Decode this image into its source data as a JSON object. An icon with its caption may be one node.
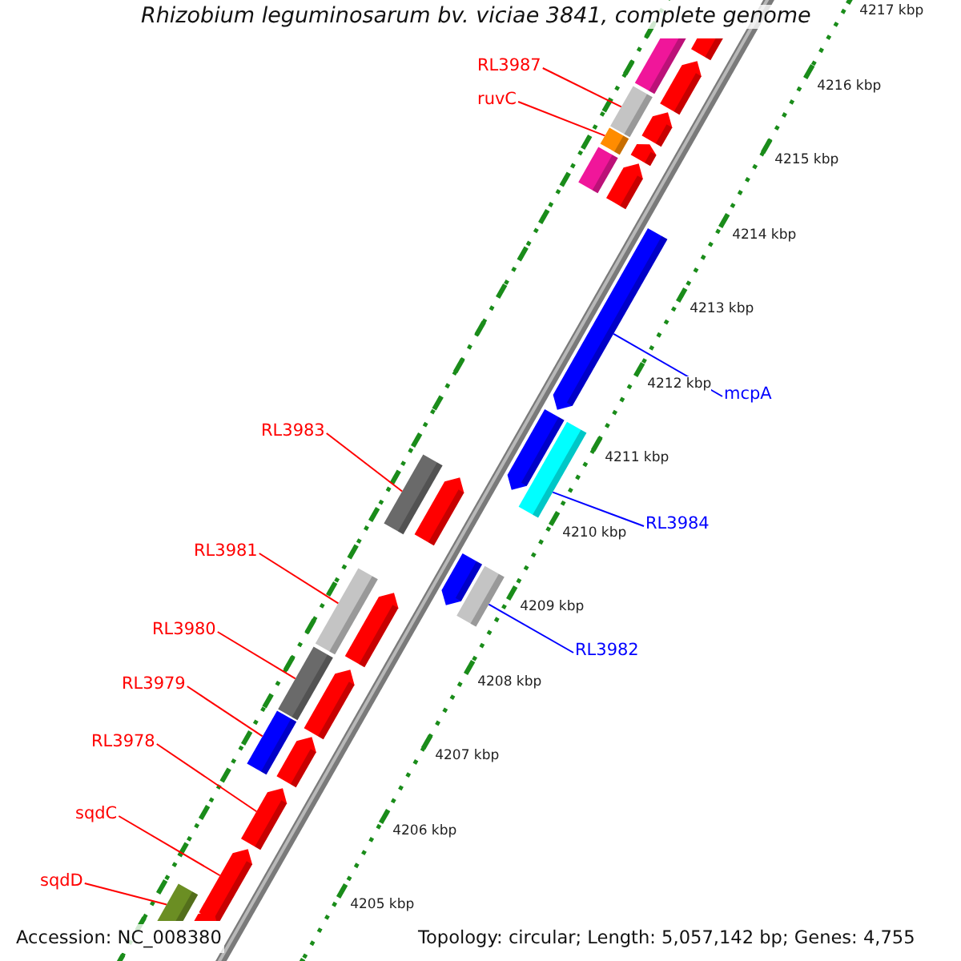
{
  "diagram": {
    "title": "Rhizobium leguminosarum bv. viciae 3841, complete genome",
    "nodes": [
      {
        "text": [
          "RL3987"
        ]
      },
      {
        "text": [
          "ruvC"
        ]
      },
      {
        "text": [
          "mcpA"
        ]
      },
      {
        "text": [
          "RL3983"
        ]
      },
      {
        "text": [
          "RL3984"
        ]
      },
      {
        "text": [
          "RL3981"
        ]
      },
      {
        "text": [
          "RL3980"
        ]
      },
      {
        "text": [
          "RL3982"
        ]
      },
      {
        "text": [
          "RL3979"
        ]
      },
      {
        "text": [
          "RL3978"
        ]
      },
      {
        "text": [
          "sqdC"
        ]
      },
      {
        "text": [
          "sqdD"
        ]
      },
      {
        "text": [],
        "shape": "bar"
      },
      {
        "text": [],
        "shape": "arrow"
      },
      {
        "text": [],
        "shape": "arrow"
      },
      {
        "text": [],
        "shape": "bar"
      },
      {
        "text": [],
        "shape": "arrow"
      },
      {
        "text": [],
        "shape": "arrow"
      },
      {
        "text": [],
        "shape": "bar"
      },
      {
        "text": [],
        "shape": "arrow"
      },
      {
        "text": [],
        "shape": "bar"
      },
      {
        "text": [],
        "shape": "arrow"
      },
      {
        "text": [],
        "shape": "arrow"
      },
      {
        "text": [],
        "shape": "bar"
      },
      {
        "text": [],
        "shape": "bar"
      },
      {
        "text": [],
        "shape": "arrow"
      },
      {
        "text": [],
        "shape": "arrow"
      },
      {
        "text": [],
        "shape": "bar"
      },
      {
        "text": [],
        "shape": "bar"
      },
      {
        "text": [],
        "shape": "arrow"
      },
      {
        "text": [],
        "shape": "bar"
      },
      {
        "text": [],
        "shape": "arrow"
      },
      {
        "text": [],
        "shape": "bar"
      },
      {
        "text": [],
        "shape": "arrow"
      },
      {
        "text": [],
        "shape": "arrow"
      },
      {
        "text": [],
        "shape": "arrow"
      },
      {
        "text": [],
        "shape": "bar"
      },
      {
        "text": [],
        "shape": "arrow"
      }
    ],
    "edges": [
      {
        "from": 0,
        "to": 15,
        "arrow": "none"
      },
      {
        "from": 1,
        "to": 18,
        "arrow": "none"
      },
      {
        "from": 2,
        "to": 21,
        "arrow": "none",
        "color": "#0000ff"
      },
      {
        "from": 3,
        "to": 24,
        "arrow": "none"
      },
      {
        "from": 4,
        "to": 23,
        "arrow": "none",
        "color": "#0000ff"
      },
      {
        "from": 5,
        "to": 28,
        "arrow": "none"
      },
      {
        "from": 6,
        "to": 30,
        "arrow": "none"
      },
      {
        "from": 7,
        "to": 27,
        "arrow": "none",
        "color": "#0000ff"
      },
      {
        "from": 8,
        "to": 32,
        "arrow": "none"
      },
      {
        "from": 9,
        "to": 34,
        "arrow": "none"
      },
      {
        "from": 10,
        "to": 35,
        "arrow": "none"
      },
      {
        "from": 11,
        "to": 36,
        "arrow": "none"
      }
    ],
    "labels": [
      "4217 kbp",
      "4216 kbp",
      "4215 kbp",
      "4214 kbp",
      "4213 kbp",
      "4212 kbp",
      "4211 kbp",
      "4210 kbp",
      "4209 kbp",
      "4208 kbp",
      "4207 kbp",
      "4206 kbp",
      "4205 kbp",
      "Accession: NC_008380",
      "Topology: circular; Length: 5,057,142 bp; Genes: 4,755"
    ]
  }
}
